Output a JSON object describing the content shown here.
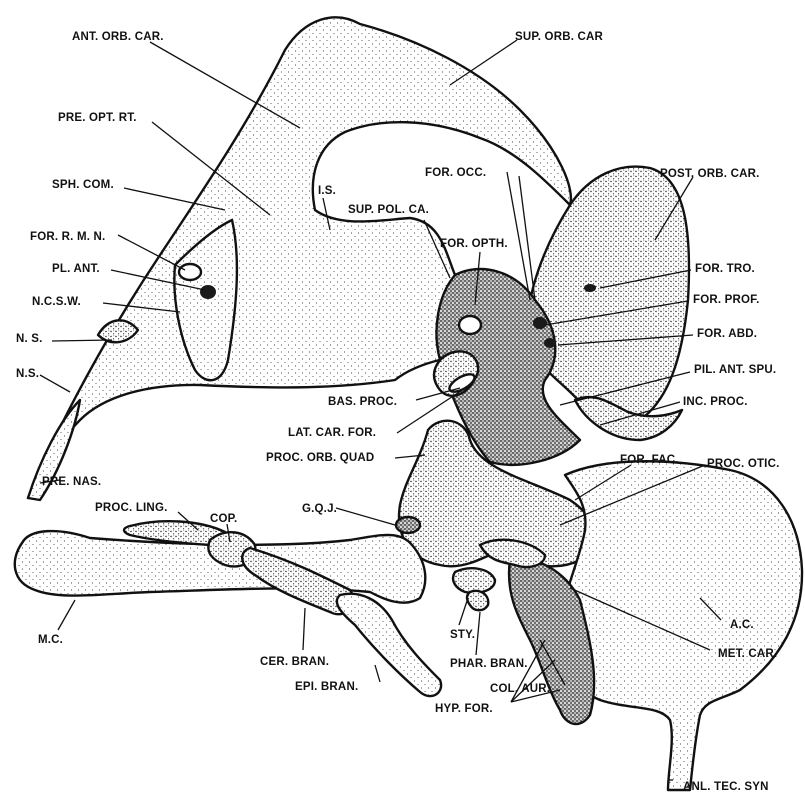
{
  "labels": {
    "ant_orb_car": "ANT. ORB. CAR.",
    "sup_orb_car": "SUP. ORB. CAR",
    "pre_opt_rt": "PRE. OPT. RT.",
    "sph_com": "SPH. COM.",
    "for_rmn": "FOR. R. M. N.",
    "pl_ant": "PL. ANT.",
    "ncsw": "N.C.S.W.",
    "ns1": "N. S.",
    "ns2": "N.S.",
    "pre_nas": "PRE. NAS.",
    "is": "I.S.",
    "sup_pol_ca": "SUP. POL. CA.",
    "for_occ": "FOR. OCC.",
    "for_opth": "FOR. OPTH.",
    "post_orb_car": "POST. ORB. CAR.",
    "for_tro": "FOR. TRO.",
    "for_prof": "FOR. PROF.",
    "for_abd": "FOR. ABD.",
    "pil_ant_spu": "PIL. ANT. SPU.",
    "inc_proc": "INC. PROC.",
    "bas_proc": "BAS. PROC.",
    "lat_car_for": "LAT. CAR. FOR.",
    "proc_orb_quad": "PROC. ORB. QUAD",
    "for_fac": "FOR. FAC.",
    "proc_otic": "PROC. OTIC.",
    "proc_ling": "PROC. LING.",
    "cop": "COP.",
    "gqj": "G.Q.J.",
    "mc": "M.C.",
    "cer_bran": "CER. BRAN.",
    "epi_bran": "EPI. BRAN.",
    "sty": "STY.",
    "phar_bran": "PHAR. BRAN.",
    "col_aur": "COL. AUR.",
    "hyp_for": "HYP. FOR.",
    "ac": "A.C.",
    "met_car": "MET. CAR.",
    "anl_tec_syn": "ANL. TEC. SYN"
  },
  "colors": {
    "ink": "#111111",
    "stipple": "#1a1a1a",
    "paper": "#ffffff"
  }
}
